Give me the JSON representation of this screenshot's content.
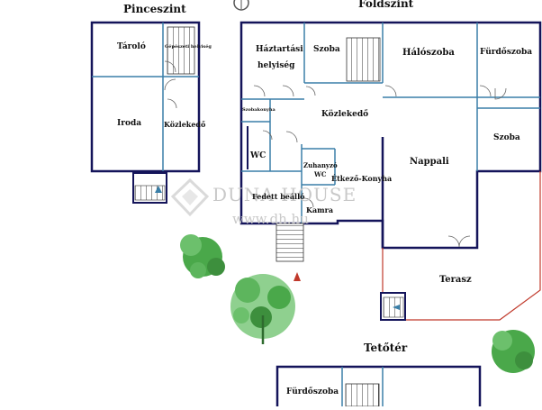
{
  "titles": {
    "basement": "Pinceszint",
    "ground": "Földszint",
    "attic": "Tetőtér"
  },
  "rooms": {
    "taroló": "Tároló",
    "gepeszeti": "Gépészeti helyiség",
    "iroda": "Iroda",
    "kozlekedo_pince": "Közlekedő",
    "haztartasi_1": "Háztartási",
    "haztartasi_2": "helyiség",
    "szoba_1": "Szoba",
    "haloszoba": "Hálószoba",
    "furdoszoba_1": "Fürdőszoba",
    "szoba_2": "Szoba",
    "kozlekedo": "Közlekedő",
    "szobakonyha": "Szobakonyha",
    "wc": "WC",
    "zuhanyzo_1": "Zuhanyzó",
    "zuhanyzo_2": "WC",
    "etkezo_konyha": "Étkező-Konyha",
    "nappali": "Nappali",
    "fedett_beallo": "Fedett beálló",
    "kamra": "Kamra",
    "terasz": "Terasz",
    "furdoszoba_2": "Fürdőszoba"
  },
  "watermark": {
    "brand": "DUNA HOUSE",
    "url": "www.dh.hu"
  },
  "colors": {
    "wall": "#14145a",
    "inner_wall": "#3a7fa8",
    "terrace_line": "#c0392b",
    "stair": "#333333",
    "tree": "#4aa84a",
    "arrow": "#c0392b",
    "watermark": "#c9c9c9"
  }
}
